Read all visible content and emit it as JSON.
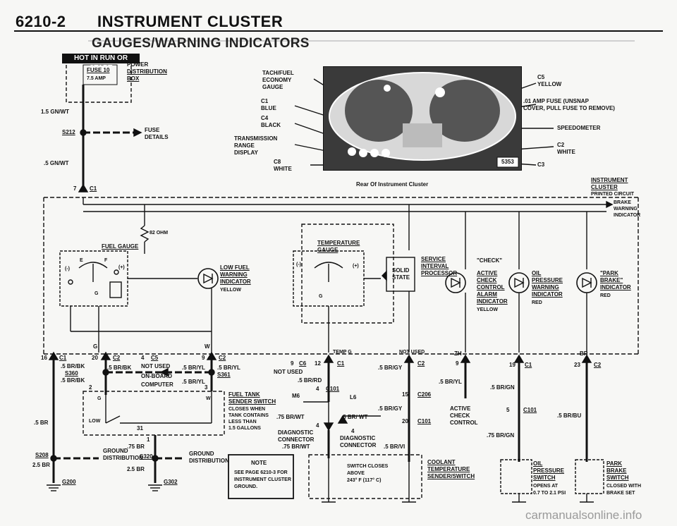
{
  "header": {
    "page_number": "6210-2",
    "title": "INSTRUMENT CLUSTER"
  },
  "section_title": "GAUGES/WARNING INDICATORS",
  "hot_label": "HOT IN RUN OR START",
  "fuse": {
    "name": "FUSE 10",
    "rating": "7.5 AMP",
    "box_line1": "POWER",
    "box_line2": "DISTRIBUTION",
    "box_line3": "BOX",
    "details_line1": "FUSE",
    "details_line2": "DETAILS"
  },
  "wires": {
    "gnwt_15": "1.5 GN/WT",
    "gnwt_05": ".5 GN/WT",
    "s212": "S212",
    "c1_7": "7",
    "c1_label": "C1",
    "brbk": ".5 BR/BK",
    "brbk2": ".5 BR/BK",
    "brbk3": ".5 BR/BK",
    "s360": "S360",
    "br_5": ".5 BR",
    "br_75": ".75 BR",
    "br_25": "2.5 BR",
    "br_25b": "2.5 BR",
    "bryl": ".5 BR/YL",
    "bryl2": ".5 BR/YL",
    "bryl3": ".5 BR/YL",
    "bryl4": ".5 BR/YL",
    "s361": "S361",
    "brrd": ".5 BR/RD",
    "brgy": ".5 BR/GY",
    "brgy2": ".5 BR/GY",
    "brwt": ".75 BR/WT",
    "brwt2": ".5 BR/ WT",
    "brwt3": ".75 BR/WT",
    "brvi": ".5 BR/VI",
    "brgn": ".5 BR/GN",
    "brgn2": ".75 BR/GN",
    "brbu": ".5 BR/BU"
  },
  "photo": {
    "caption": "Rear Of Instrument Cluster",
    "number": "5353",
    "callouts": {
      "tach_l1": "TACH/FUEL",
      "tach_l2": "ECONOMY",
      "tach_l3": "GAUGE",
      "c1": "C1",
      "c1_color": "BLUE",
      "c4": "C4",
      "c4_color": "BLACK",
      "trans_l1": "TRANSMISSION",
      "trans_l2": "RANGE",
      "trans_l3": "DISPLAY",
      "c8": "C8",
      "c8_color": "WHITE",
      "c5": "C5",
      "c5_color": "YELLOW",
      "fuse_l1": ".01 AMP FUSE (UNSNAP",
      "fuse_l2": "COVER, PULL FUSE TO REMOVE)",
      "speedo": "SPEEDOMETER",
      "c2": "C2",
      "c2_color": "WHITE",
      "c3": "C3"
    }
  },
  "pcb": {
    "l1": "INSTRUMENT",
    "l2": "CLUSTER",
    "l3": "PRINTED CIRCUIT"
  },
  "brake_warning": {
    "l1": "BRAKE",
    "l2": "WARNING",
    "l3": "INDICATOR"
  },
  "resistor": "82 OHM",
  "fuel_gauge": {
    "title": "FUEL GAUGE",
    "e": "E",
    "f": "F",
    "minus": "(-)",
    "plus": "(+)",
    "g": "G"
  },
  "low_fuel": {
    "l1": "LOW FUEL",
    "l2": "WARNING",
    "l3": "INDICATOR",
    "color": "YELLOW"
  },
  "temp_gauge": {
    "l1": "TEMPERATURE",
    "l2": "GAUGE",
    "minus": "(-)",
    "plus": "(+)",
    "g": "G"
  },
  "solid_state": {
    "l1": "SOLID",
    "l2": "STATE"
  },
  "service": {
    "l1": "SERVICE",
    "l2": "INTERVAL",
    "l3": "PROCESSOR"
  },
  "check": {
    "title": "\"CHECK\"",
    "l1": "ACTIVE",
    "l2": "CHECK",
    "l3": "CONTROL",
    "l4": "ALARM",
    "l5": "INDICATOR",
    "color": "YELLOW"
  },
  "oil": {
    "l1": "OIL",
    "l2": "PRESSURE",
    "l3": "WARNING",
    "l4": "INDICATOR",
    "color": "RED"
  },
  "park": {
    "l1": "\"PARK",
    "l2": "BRAKE\"",
    "l3": "INDICATOR",
    "color": "RED"
  },
  "connectors": {
    "c1_16": "16",
    "c1_a": "C1",
    "c2_20": "20",
    "c2_a": "C2",
    "c5_4": "4",
    "c5_a": "C5",
    "c2_9": "9",
    "c2_b": "C2",
    "temp_g": "TEMP G",
    "c6_9": "9",
    "c6": "C6",
    "c1_12": "12",
    "c1_b": "C1",
    "not_used": "NOT USED",
    "c2_c": "C2",
    "zh": "ZH",
    "c2_9b": "9",
    "c1_19": "19",
    "c1_c": "C1",
    "br": "BR",
    "c2_23": "23",
    "c2_d": "C2",
    "pin_2": "2",
    "pin_3": "3",
    "pin_1": "1",
    "pin_31": "31",
    "w": "W",
    "g": "G",
    "w2": "W",
    "m6": "M6",
    "c101_4": "4",
    "c101": "C101",
    "l6": "L6",
    "c206_15": "15",
    "c206": "C206",
    "c101b_20": "20",
    "c101b": "C101",
    "c101c_5": "5",
    "c101c": "C101"
  },
  "not_used_1": "NOT USED",
  "onboard": "ON-BOARD",
  "computer": "COMPUTER",
  "not_used_2": "NOT USED",
  "fuel_sender": {
    "l1": "FUEL TANK",
    "l2": "SENDER SWITCH",
    "l3": "CLOSES WHEN",
    "l4": "TANK CONTAINS",
    "l5": "LESS THAN",
    "l6": "1.5 GALLONS",
    "low": "LOW"
  },
  "diag1": {
    "l1": "DIAGNOSTIC",
    "l2": "CONNECTOR",
    "pin": "4"
  },
  "diag2": {
    "l1": "DIAGNOSTIC",
    "l2": "CONNECTOR",
    "pin": "4"
  },
  "coolant": {
    "l1": "COOLANT",
    "l2": "TEMPERATURE",
    "l3": "SENDER/SWITCH",
    "note_l1": "SWITCH CLOSES",
    "note_l2": "ABOVE",
    "note_l3": "243° F (117° C)"
  },
  "active_check": {
    "l1": "ACTIVE",
    "l2": "CHECK",
    "l3": "CONTROL"
  },
  "oil_switch": {
    "l1": "OIL",
    "l2": "PRESSURE",
    "l3": "SWITCH",
    "l4": "OPENS AT",
    "l5": "0.7 TO 2.1 PSI"
  },
  "park_switch": {
    "l1": "PARK",
    "l2": "BRAKE",
    "l3": "SWITCH",
    "l4": "CLOSED WITH",
    "l5": "BRAKE SET"
  },
  "ground1": {
    "l1": "GROUND",
    "l2": "DISTRIBUTION",
    "splice": "S208",
    "s320": "S320",
    "g": "G200"
  },
  "ground2": {
    "l1": "GROUND",
    "l2": "DISTRIBUTION",
    "g": "G302"
  },
  "note": {
    "title": "NOTE",
    "l1": "SEE PAGE 6210-3 FOR",
    "l2": "INSTRUMENT CLUSTER",
    "l3": "GROUND."
  },
  "watermark": "carmanualsonline.info"
}
